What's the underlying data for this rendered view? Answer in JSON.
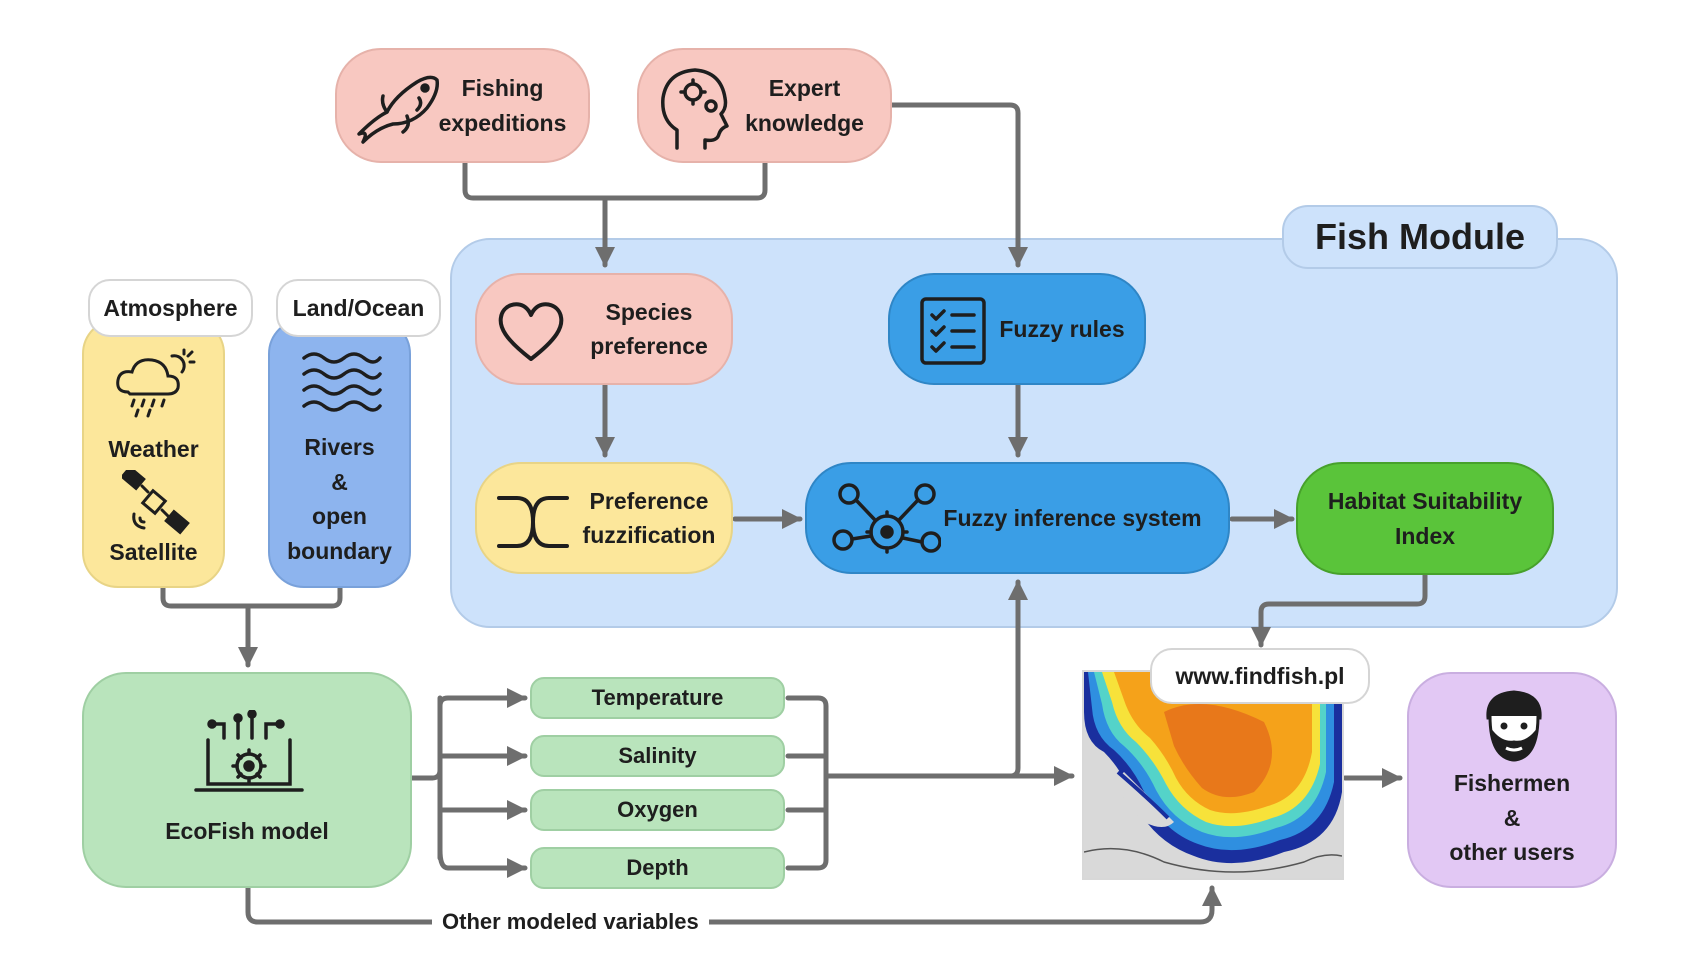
{
  "module_title": "Fish Module",
  "nodes": {
    "fishing_expeditions": [
      "Fishing",
      "expeditions"
    ],
    "expert_knowledge": [
      "Expert",
      "knowledge"
    ],
    "species_preference": [
      "Species",
      "preference"
    ],
    "fuzzy_rules": "Fuzzy rules",
    "preference_fuzzification": [
      "Preference",
      "fuzzification"
    ],
    "fuzzy_inference_system": "Fuzzy inference system",
    "habitat_suitability_index": [
      "Habitat Suitability",
      "Index"
    ],
    "atmosphere_tag": "Atmosphere",
    "land_ocean_tag": "Land/Ocean",
    "weather": "Weather",
    "satellite": "Satellite",
    "rivers": [
      "Rivers",
      "&",
      "open",
      "boundary"
    ],
    "ecofish_model": "EcoFish model",
    "website": "www.findfish.pl",
    "fishermen": [
      "Fishermen",
      "&",
      "other users"
    ]
  },
  "variables": [
    "Temperature",
    "Salinity",
    "Oxygen",
    "Depth"
  ],
  "other_label": "Other modeled variables",
  "colors": {
    "pink": "#f8c8c1",
    "yellow": "#fce79b",
    "blue": "#3a9ee6",
    "green": "#5ac43a",
    "light_green": "#b9e4bc",
    "module_bg": "#cde2fb",
    "purple": "#e2c8f4",
    "arrow": "#6e6e6e"
  },
  "icons": [
    "fish-icon",
    "head-gears-icon",
    "heart-icon",
    "checklist-icon",
    "crossover-icon",
    "network-gear-icon",
    "rain-cloud-icon",
    "satellite-icon",
    "waves-icon",
    "laptop-gear-icon",
    "fisherman-avatar-icon",
    "habitat-map-icon"
  ]
}
